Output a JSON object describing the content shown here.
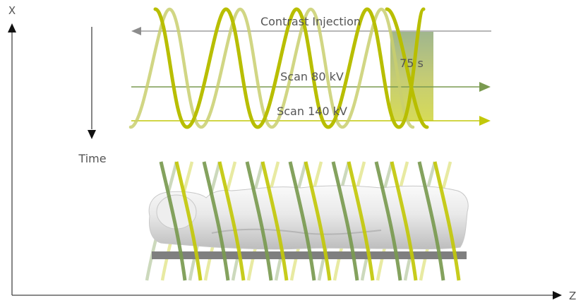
{
  "axes": {
    "x_label": "X",
    "z_label": "Z"
  },
  "time_label": "Time",
  "contrast_injection_label": "Contrast Injection",
  "duration_label": "75 s",
  "scan_80_label": "Scan 80 kV",
  "scan_140_label": "Scan 140 kV",
  "colors": {
    "axis": "#444444",
    "text": "#555555",
    "helix_dark": "#7a9a50",
    "helix_light": "#c2c80a",
    "scan_80_line": "#7a9a50",
    "scan_140_line": "#c2c80a",
    "injection_line": "#8c8c8c",
    "patient_table": "#7f7f7f",
    "duration_box_top": "#8fa97a",
    "duration_box_bottom": "#c8cd3c"
  }
}
